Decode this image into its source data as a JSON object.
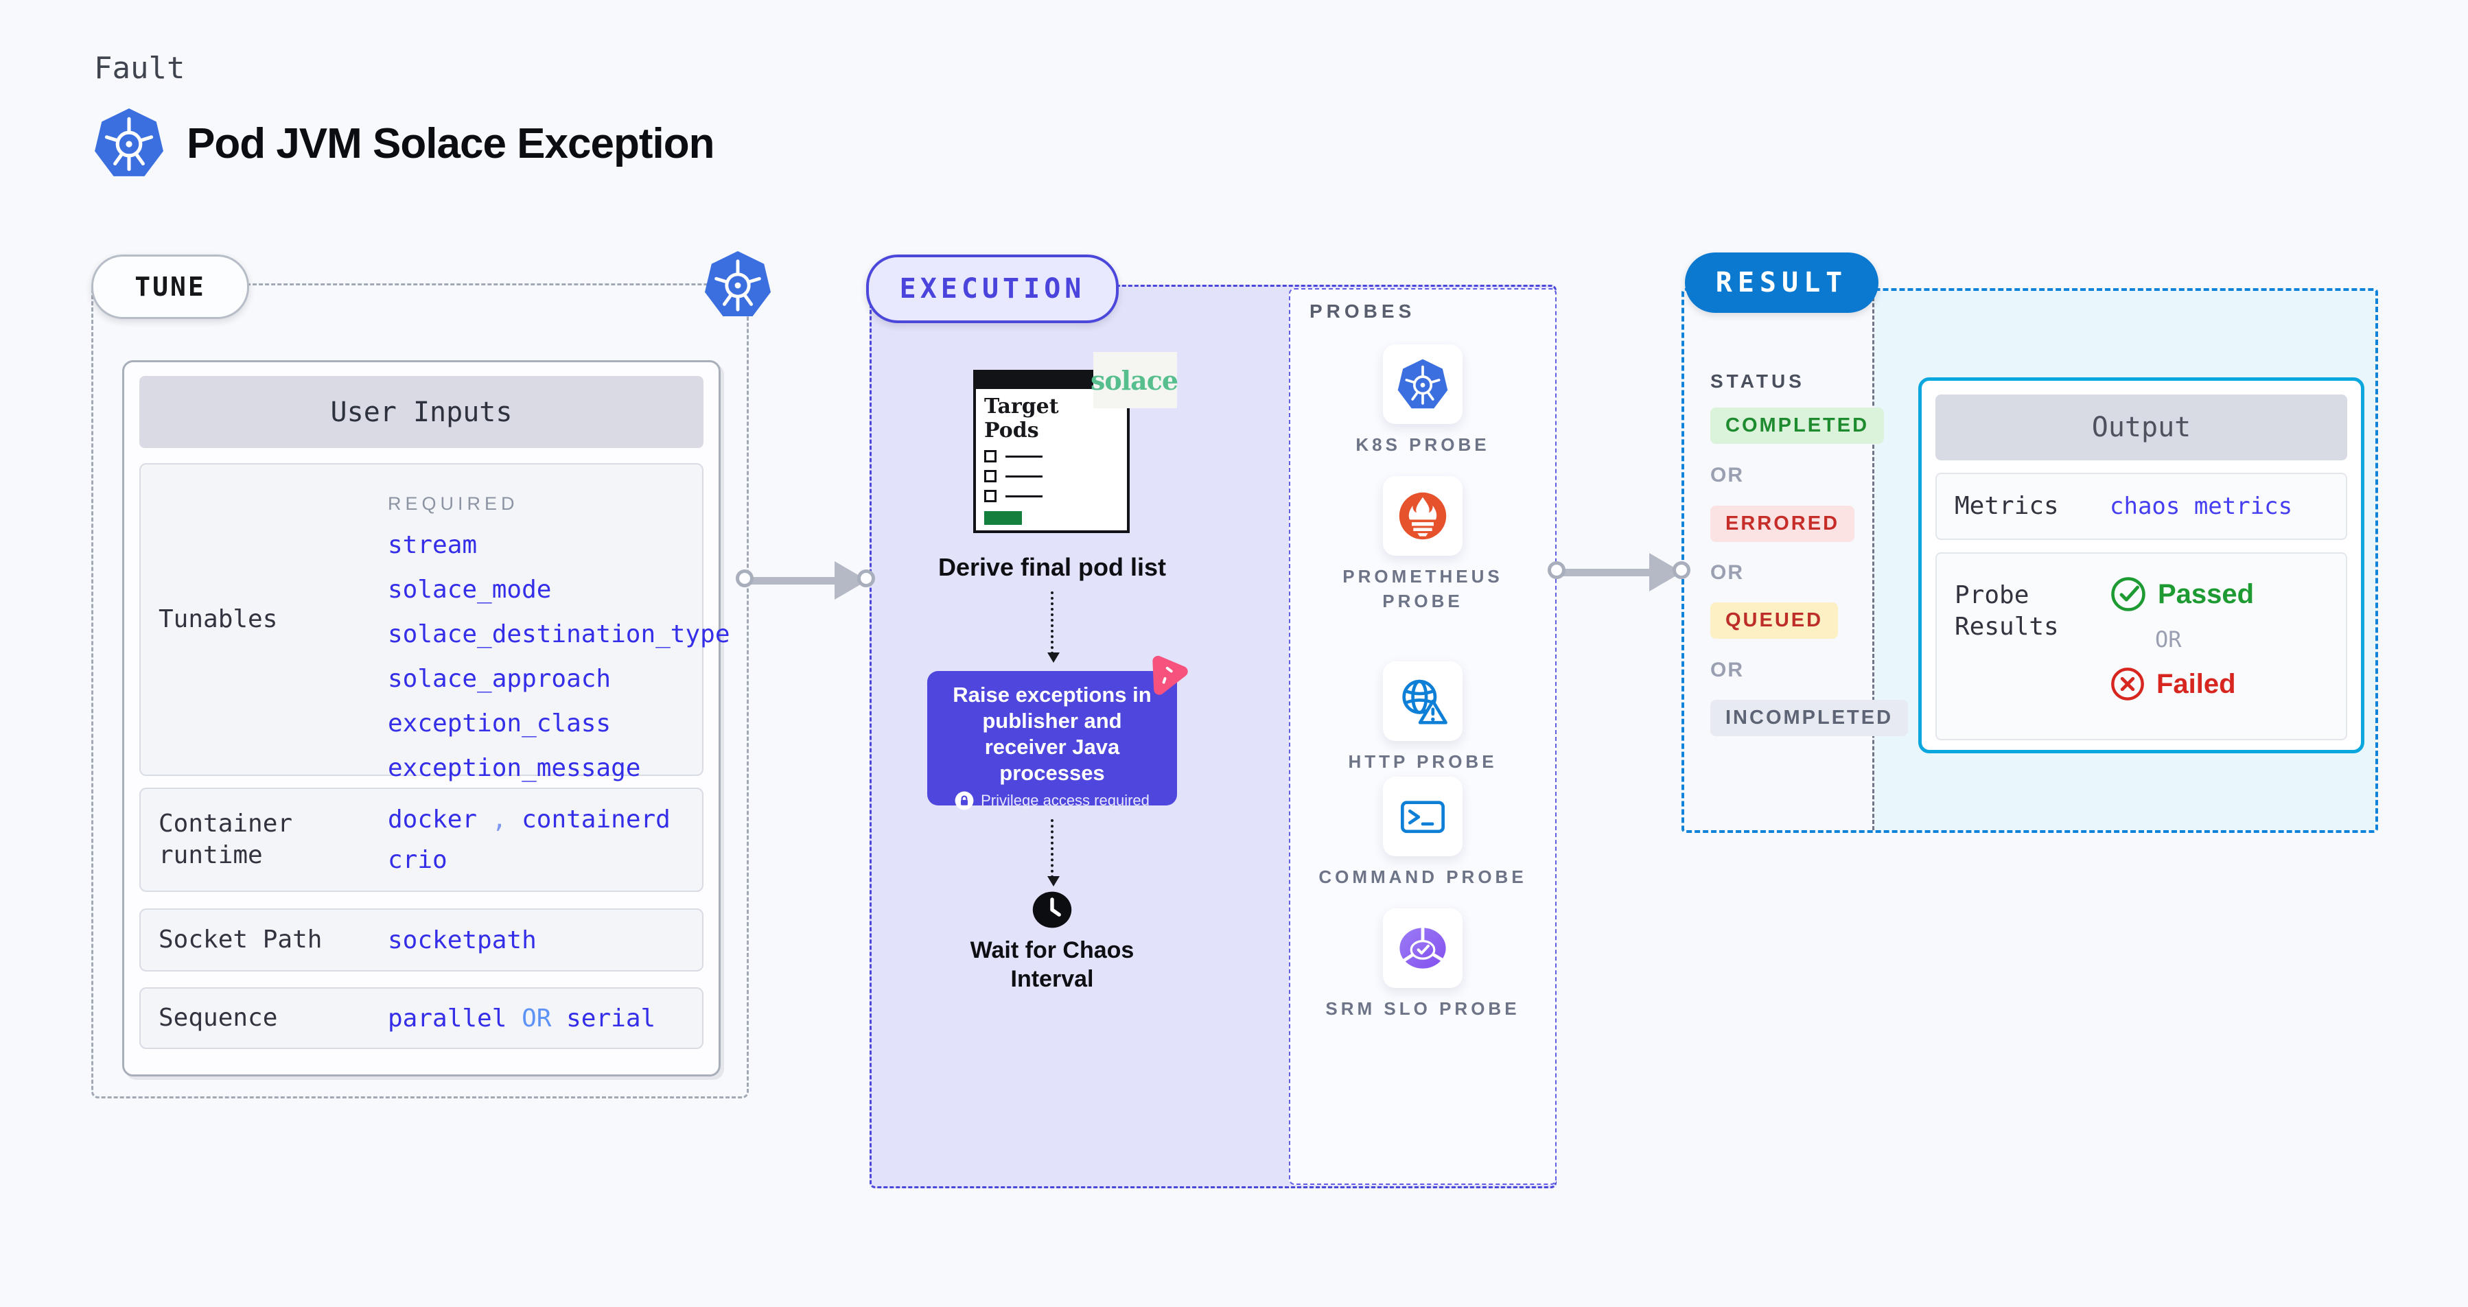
{
  "header": {
    "eyebrow": "Fault",
    "title": "Pod JVM Solace Exception"
  },
  "tune": {
    "badge": "TUNE",
    "card_header": "User Inputs",
    "required_label": "REQUIRED",
    "tunables_label": "Tunables",
    "tunables": [
      "stream",
      "solace_mode",
      "solace_destination_type",
      "solace_approach",
      "exception_class",
      "exception_message"
    ],
    "container_runtime": {
      "label": "Container runtime",
      "value_1": "docker",
      "separator": ",",
      "value_2": "containerd",
      "value_3": "crio"
    },
    "socket_path": {
      "label": "Socket Path",
      "value": "socketpath"
    },
    "sequence": {
      "label": "Sequence",
      "value_1": "parallel",
      "connector": "OR",
      "value_2": "serial"
    }
  },
  "execution": {
    "badge": "EXECUTION",
    "solace_logo_text": "solace",
    "clipboard_title": "Target Pods",
    "derive_caption": "Derive final pod list",
    "action_text": "Raise exceptions in publisher and receiver Java processes",
    "privilege_note": "Privilege access required",
    "wait_caption": "Wait for Chaos Interval"
  },
  "probes": {
    "heading": "PROBES",
    "items": [
      {
        "icon": "k8s-icon",
        "label": "K8S PROBE"
      },
      {
        "icon": "prometheus-icon",
        "label": "PROMETHEUS PROBE"
      },
      {
        "icon": "http-icon",
        "label": "HTTP PROBE"
      },
      {
        "icon": "command-icon",
        "label": "COMMAND PROBE"
      },
      {
        "icon": "srm-slo-icon",
        "label": "SRM SLO PROBE"
      }
    ]
  },
  "result": {
    "badge": "RESULT",
    "status_heading": "STATUS",
    "or_label": "OR",
    "statuses": [
      "COMPLETED",
      "ERRORED",
      "QUEUED",
      "INCOMPLETED"
    ],
    "output": {
      "header": "Output",
      "metrics_label": "Metrics",
      "metrics_value": "chaos metrics",
      "probe_results_label": "Probe Results",
      "passed_label": "Passed",
      "or_label": "OR",
      "failed_label": "Failed"
    }
  },
  "colors": {
    "kubernetes_blue": "#3b6fe0",
    "indigo_accent": "#4b47da",
    "action_purple": "#4e46dd",
    "result_blue": "#0b79d0",
    "output_border_cyan": "#0aa7de",
    "value_blue": "#342ee9",
    "value_blue_light": "#5d93f6",
    "completed_green": "#1e8b2f",
    "errored_red": "#c62d28",
    "queued_yellow_bg": "#fdf0c5",
    "passed_green": "#1d9a32",
    "failed_red": "#d6261f",
    "solace_green": "#57be8d",
    "litmus_pink": "#f7527e",
    "prometheus_orange": "#e6522c",
    "probe_icon_blue": "#0d7fd6"
  }
}
